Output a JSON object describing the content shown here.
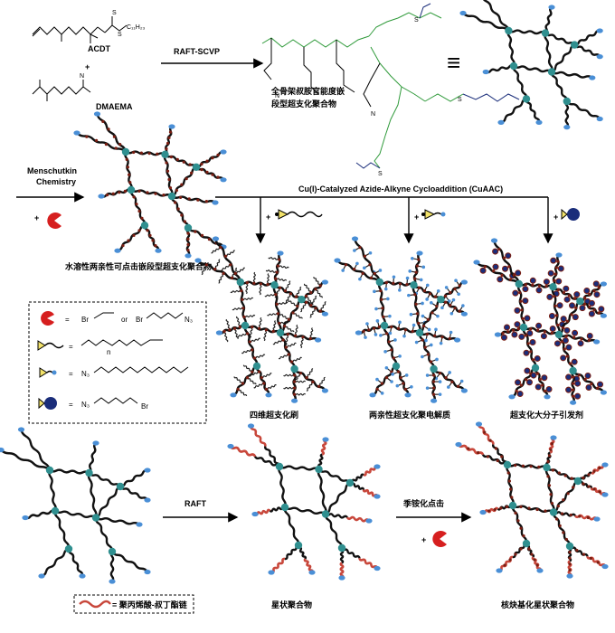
{
  "monomers": {
    "acdt": "ACDT",
    "dmaema": "DMAEMA",
    "plus": "+",
    "c12": "C₁₁H₂₃"
  },
  "steps": {
    "raft_scvp": "RAFT-SCVP",
    "equiv": "≡",
    "menschutkin_1": "Menschutkin",
    "menschutkin_2": "Chemistry",
    "cuaac": "Cu(I)-Catalyzed Azide-Alkyne Cycloaddition (CuAAC)",
    "raft": "RAFT",
    "quat_click": "季铵化点击"
  },
  "labels": {
    "full_backbone": "全骨架叔胺官能度嵌\n段型超支化聚合物",
    "water_soluble": "水溶性两亲性可点击嵌段型超支化聚合物",
    "bottlebrush": "四维超支化刷",
    "polyelectrolyte": "两亲性超支化聚电解质",
    "macroinitiator": "超支化大分子引发剂",
    "star": "星状聚合物",
    "core_star": "核炔基化星状聚合物",
    "legend_chain": "= 聚丙烯酸-叔丁酯链"
  },
  "legend_box": {
    "rows": [
      {
        "eq": "=",
        "a": "Br",
        "or": "or",
        "b": "Br",
        "c": "N₃"
      },
      {
        "eq": "=",
        "n": "n"
      },
      {
        "eq": "=",
        "n3": "N₃"
      },
      {
        "eq": "=",
        "n3": "N₃",
        "br": "Br"
      }
    ]
  },
  "colors": {
    "node": "#2f8f8f",
    "chain": "#111111",
    "end": "#4a8fd6",
    "pendant": "#7a1e12",
    "peg_red": "#c8473b",
    "green": "#2f9a3a",
    "pacman": "#d61f1f",
    "pentagon_fill": "#f2e26a",
    "navy": "#1a2d7a"
  }
}
